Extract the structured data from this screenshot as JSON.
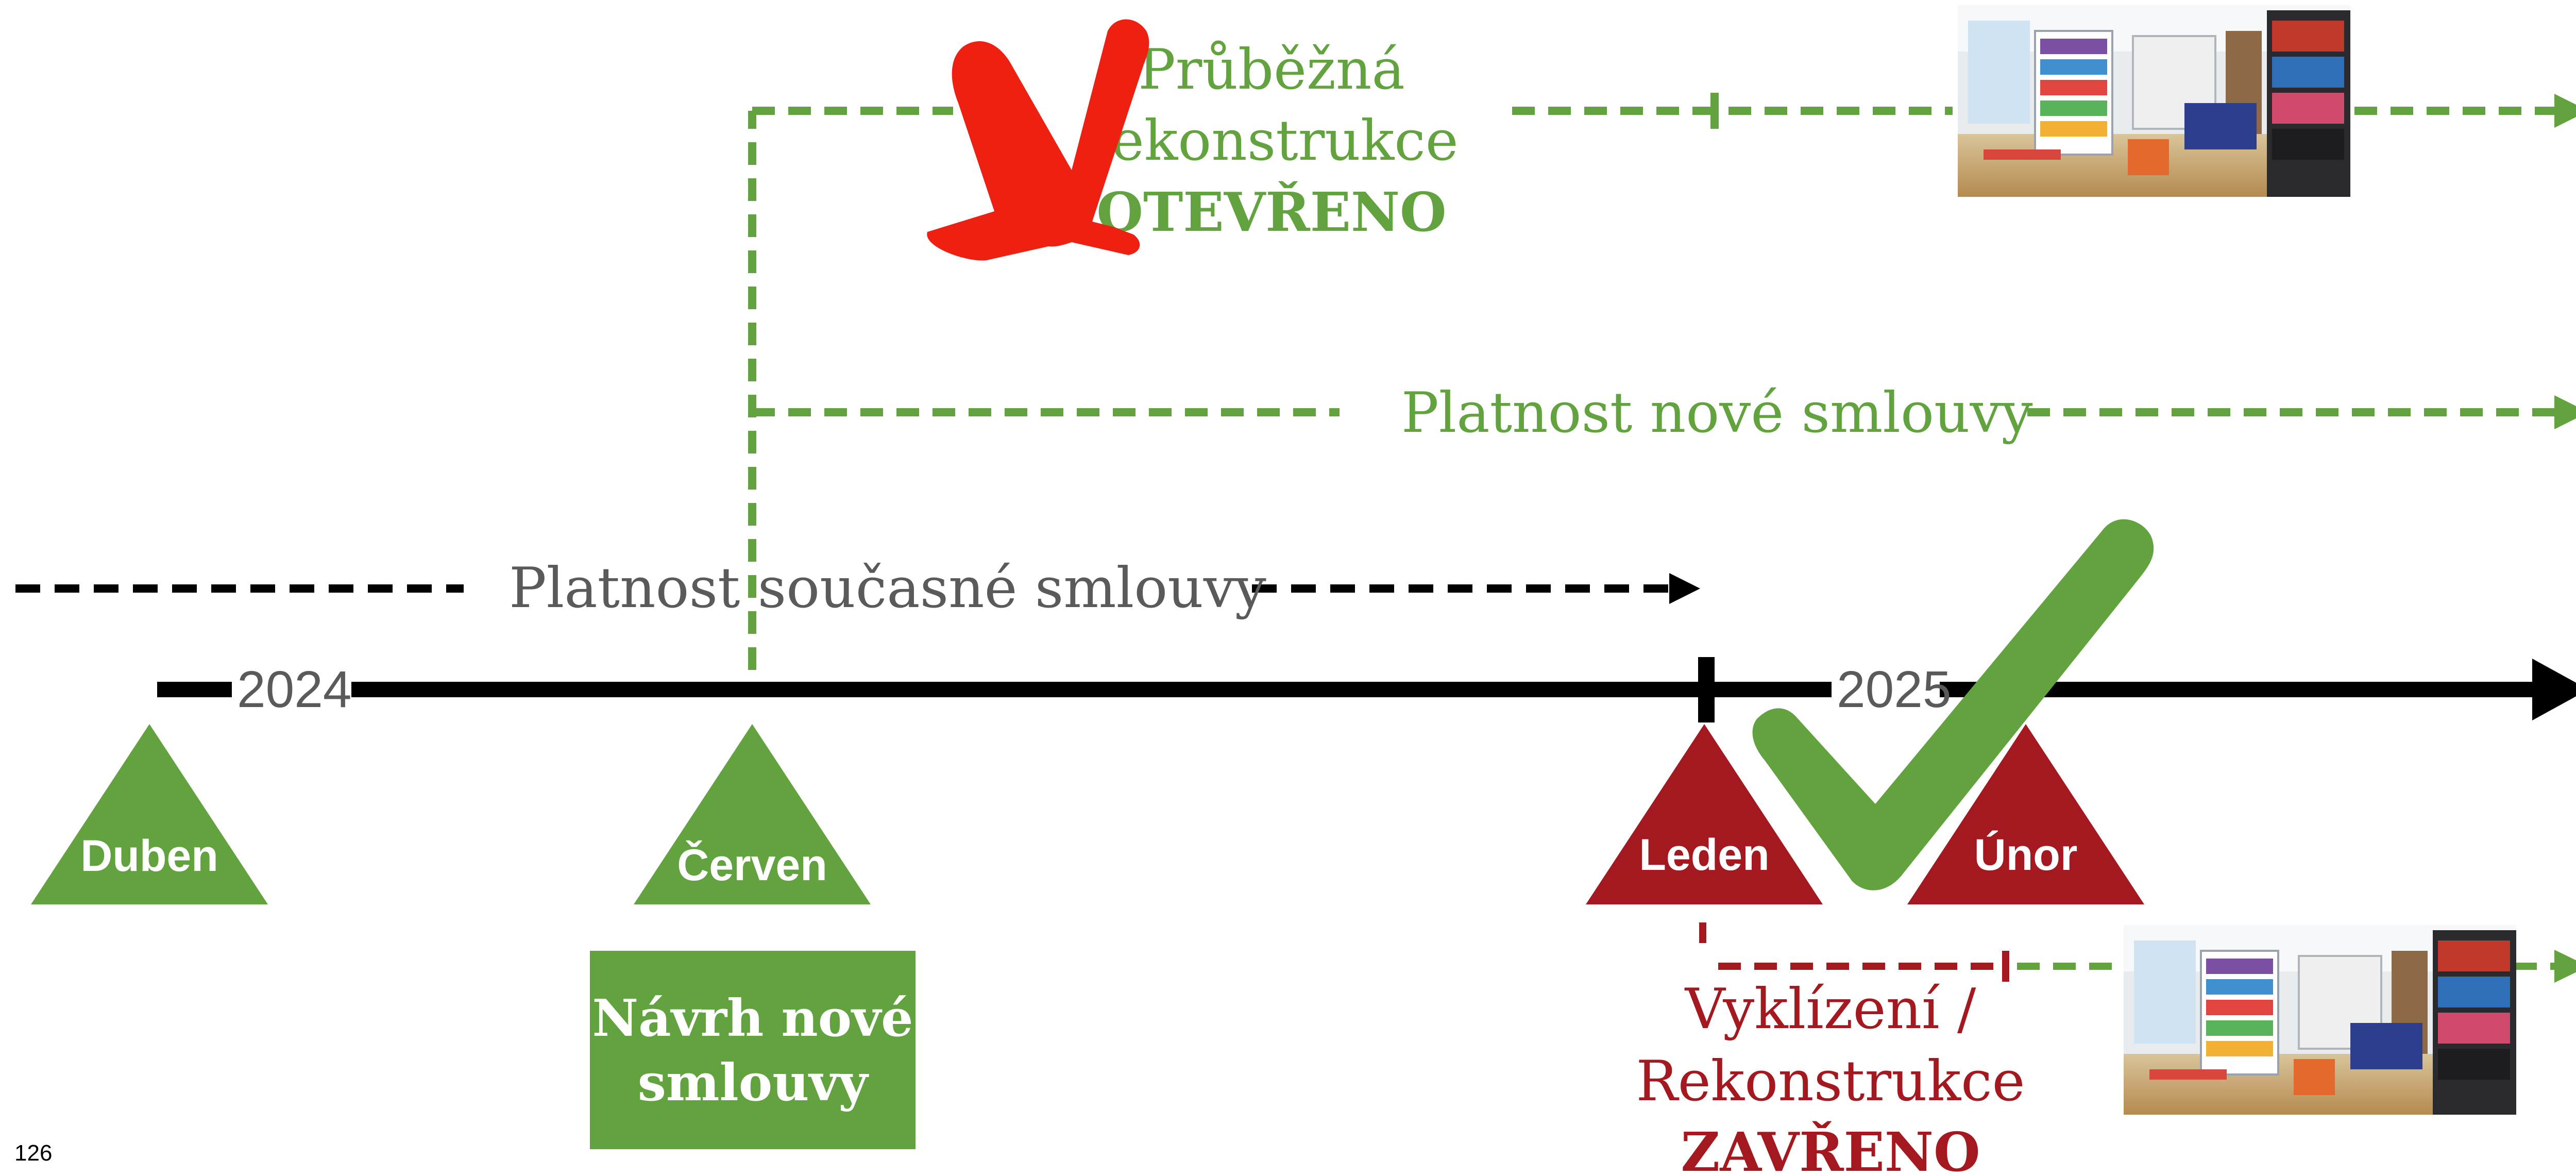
{
  "page_number": "126",
  "years": {
    "first": "2024",
    "second": "2025"
  },
  "months": {
    "duben": "Duben",
    "cerven": "Červen",
    "leden": "Leden",
    "unor": "Únor"
  },
  "labels": {
    "current_contract": "Platnost současné smlouvy",
    "new_contract": "Platnost nové smlouvy",
    "ongoing_line1": "Průběžná",
    "ongoing_line2": "rekonstrukce",
    "ongoing_status": "OTEVŘENO",
    "proposal_line1": "Návrh nové",
    "proposal_line2": "smlouvy",
    "clearing_line1": "Vyklízení /",
    "clearing_line2": "Rekonstrukce",
    "clearing_status": "ZAVŘENO"
  },
  "colors": {
    "green": "#63a33f",
    "dark_red": "#a4191f",
    "cross_red": "#ee2011",
    "black": "#000000",
    "grey_text": "#5a5a5a"
  },
  "icons": {
    "cross": "red-cross-icon",
    "check": "green-check-icon",
    "photo": "store-interior-photo"
  }
}
